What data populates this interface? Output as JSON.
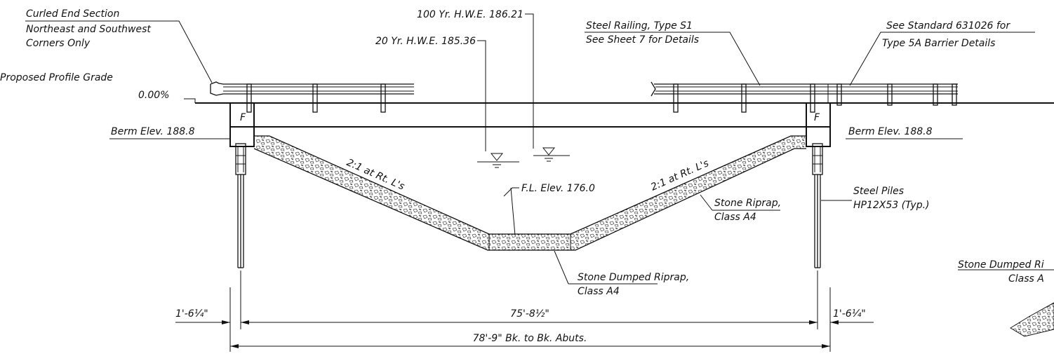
{
  "labels": {
    "curled_end_1": "Curled End Section",
    "curled_end_2": "Northeast and Southwest",
    "curled_end_3": "Corners Only",
    "hwe_100": "100 Yr. H.W.E. 186.21",
    "hwe_20": "20 Yr. H.W.E. 185.36",
    "railing_1": "Steel Railing, Type S1",
    "railing_2": "See Sheet 7 for Details",
    "standard_1": "See Standard 631026 for",
    "standard_2": "Type 5A Barrier Details",
    "profile_grade": "Proposed Profile Grade",
    "grade_pct": "0.00%",
    "berm_left": "Berm Elev. 188.8",
    "berm_right": "Berm Elev. 188.8",
    "fixed_left": "F",
    "fixed_right": "F",
    "slope_left": "2:1 at Rt. L's",
    "slope_right": "2:1 at Rt. L's",
    "flowline": "F.L. Elev. 176.0",
    "riprap_1": "Stone Riprap,",
    "riprap_2": "Class A4",
    "piles_1": "Steel Piles",
    "piles_2": "HP12X53 (Typ.)",
    "dumped_1": "Stone Dumped Riprap,",
    "dumped_2": "Class A4",
    "dumped_cut_1": "Stone Dumped Ri",
    "dumped_cut_2": "Class A"
  },
  "dimensions": {
    "left_offset": "1'-6¼\"",
    "span_clear": "75'-8½\"",
    "right_offset": "1'-6¼\"",
    "overall": "78'-9\" Bk. to Bk. Abuts."
  }
}
